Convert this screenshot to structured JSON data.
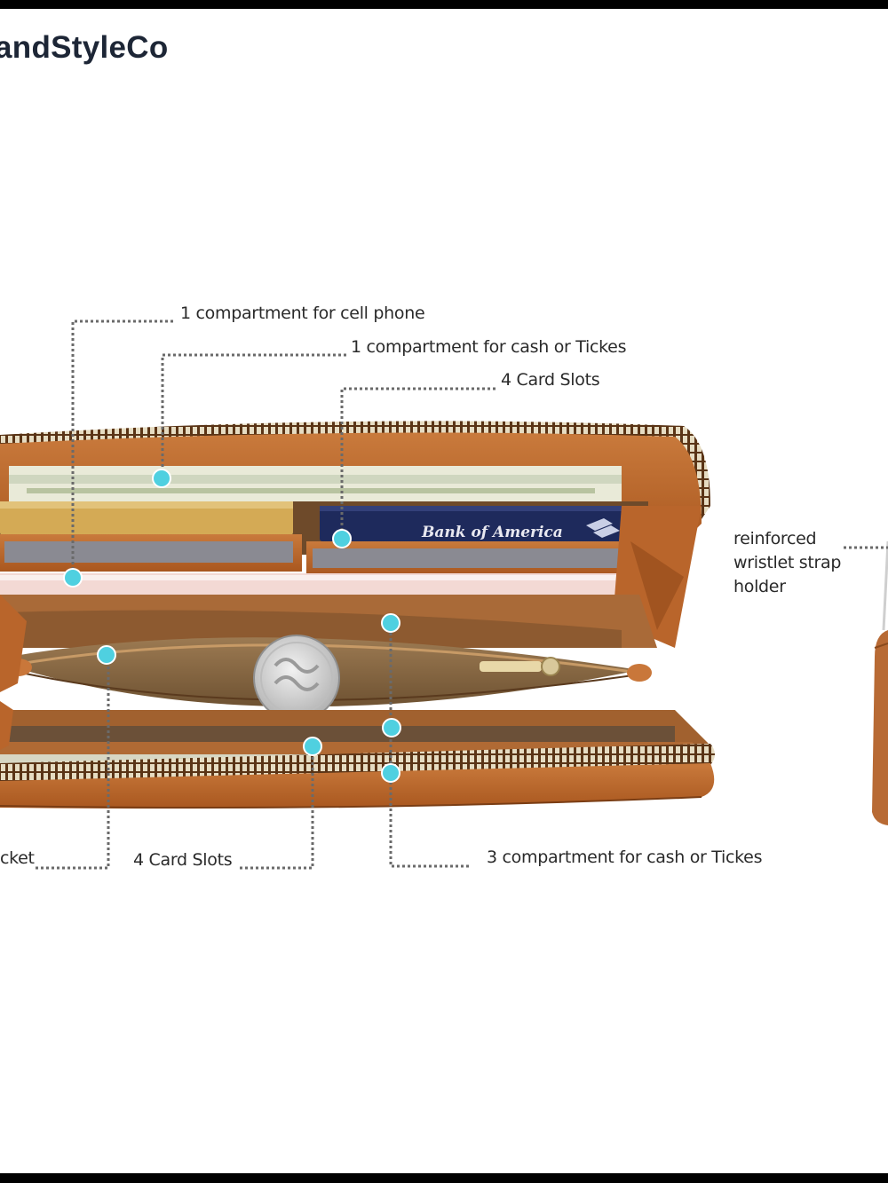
{
  "brand": {
    "name": "andStyleCo"
  },
  "colors": {
    "leather": "#b8642a",
    "leather_dark": "#8c4518",
    "lining": "#8a6a44",
    "callout_dot": "#4fd0e0",
    "zipper": "#d9cdb0",
    "text": "#2a2a2a"
  },
  "callouts": {
    "top": [
      {
        "id": "cell-phone",
        "text": "1 compartment for cell phone"
      },
      {
        "id": "cash-top",
        "text": "1 compartment for cash or Tickes"
      },
      {
        "id": "cards-top",
        "text": "4 Card Slots"
      }
    ],
    "right": {
      "id": "strap-holder",
      "text": "reinforced wristlet strap holder"
    },
    "bottom": [
      {
        "id": "pocket",
        "text": "cket"
      },
      {
        "id": "cards-bottom",
        "text": "4 Card Slots"
      },
      {
        "id": "cash-bottom",
        "text": "3 compartment for cash or Tickes"
      }
    ]
  },
  "card": {
    "bank_text": "Bank of America"
  }
}
